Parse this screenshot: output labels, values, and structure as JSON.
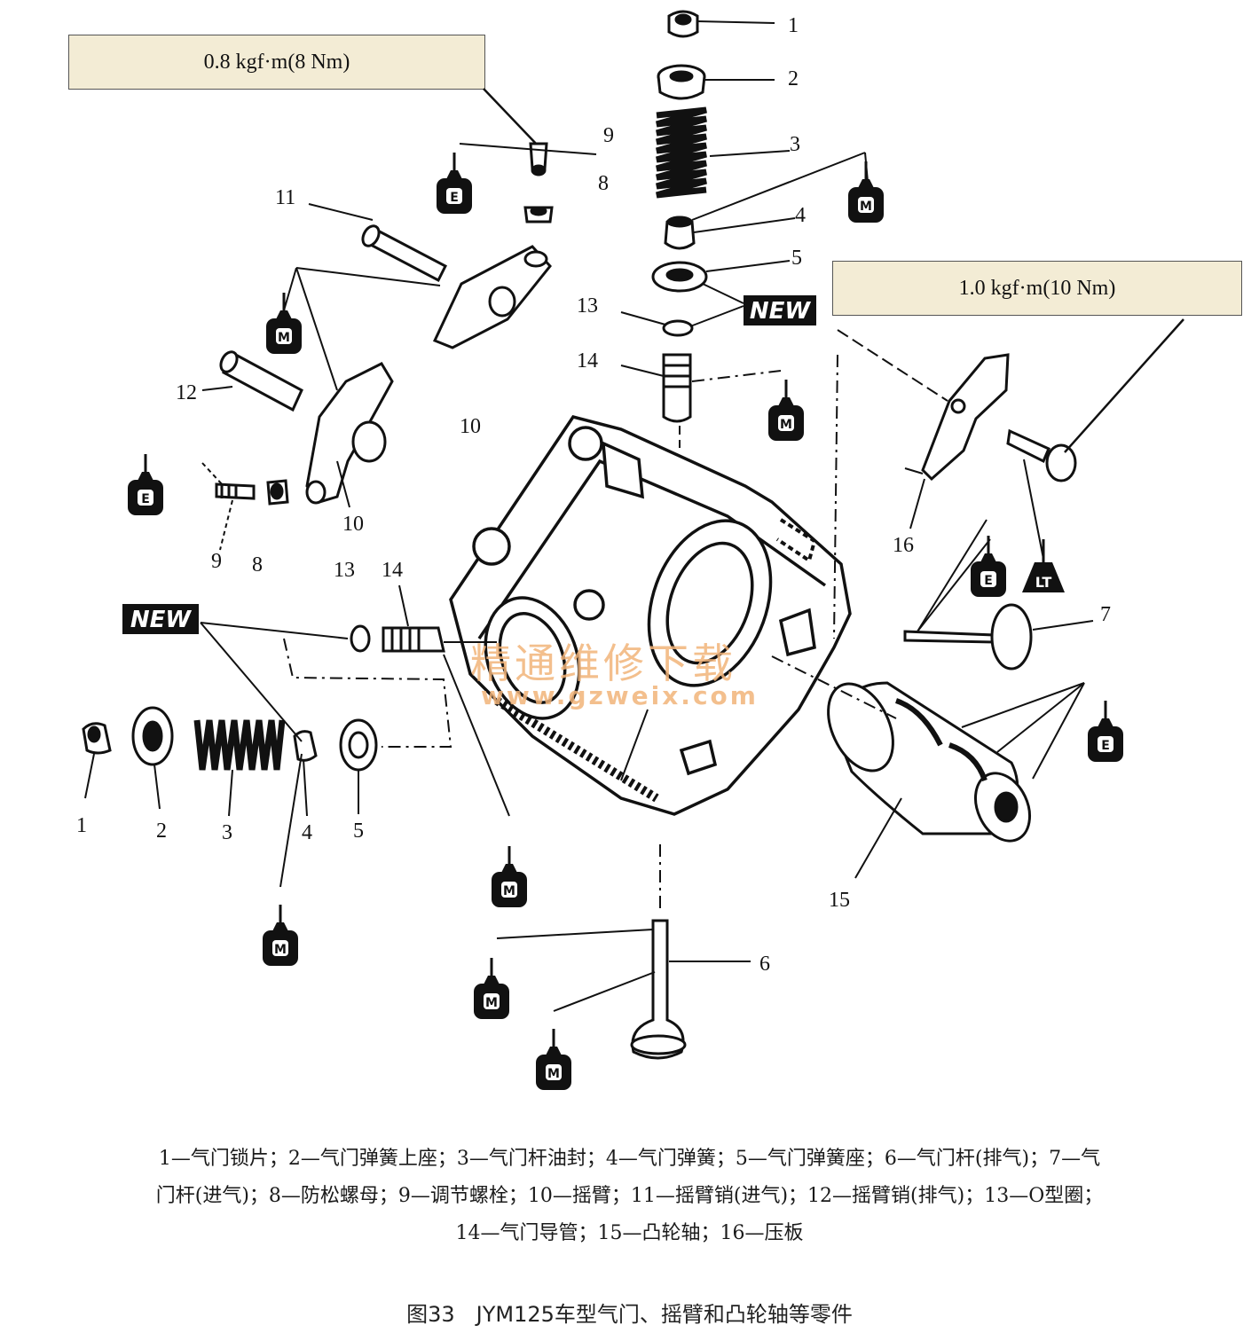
{
  "torque_left": "0.8 kgf·m(8 Nm)",
  "torque_right": "1.0 kgf·m(10 Nm)",
  "badge_new": "NEW",
  "callouts": {
    "top": [
      "1",
      "2",
      "3",
      "4",
      "5",
      "13",
      "14"
    ],
    "n9a": "9",
    "n8a": "8",
    "n11": "11",
    "n12": "12",
    "n10a": "10",
    "n10b": "10",
    "n9b": "9",
    "n8b": "8",
    "n13b": "13",
    "n14b": "14",
    "n1b": "1",
    "n2b": "2",
    "n3b": "3",
    "n4b": "4",
    "n5b": "5",
    "n6": "6",
    "n7": "7",
    "n15": "15",
    "n16": "16"
  },
  "lube_icons": {
    "e": "E",
    "m": "M",
    "lt": "LT"
  },
  "watermark": {
    "cn": "精通维修下载",
    "url": "www.gzweix.com"
  },
  "caption": [
    "1—气门锁片；2—气门弹簧上座；3—气门杆油封；4—气门弹簧；5—气门弹簧座；6—气门杆(排气)；7—气",
    "门杆(进气)；8—防松螺母；9—调节螺栓；10—摇臂；11—摇臂销(进气)；12—摇臂销(排气)；13—O型圈；",
    "14—气门导管；15—凸轮轴；16—压板"
  ],
  "figure_title": "图33　JYM125车型气门、摇臂和凸轮轴等零件"
}
